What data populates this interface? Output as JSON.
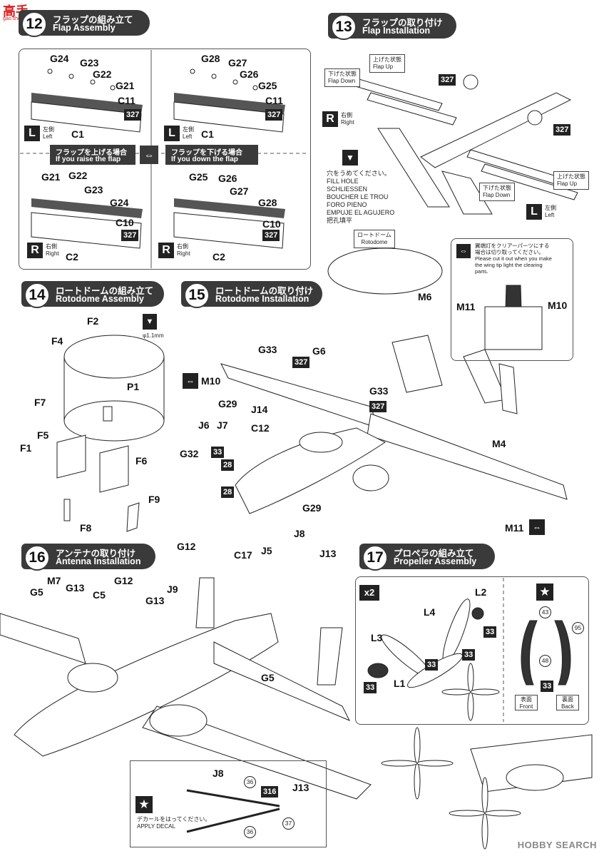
{
  "watermark": {
    "logo": "高手",
    "site": "gao.shou.com"
  },
  "footer": "HOBBY SEARCH",
  "steps": [
    {
      "num": "12",
      "jp": "フラップの組み立て",
      "en": "Flap Assembly"
    },
    {
      "num": "13",
      "jp": "フラップの取り付け",
      "en": "Flap Installation"
    },
    {
      "num": "14",
      "jp": "ロートドームの組み立て",
      "en": "Rotodome Assembly"
    },
    {
      "num": "15",
      "jp": "ロートドームの取り付け",
      "en": "Rotodome Installation"
    },
    {
      "num": "16",
      "jp": "アンテナの取り付け",
      "en": "Antenna Installation"
    },
    {
      "num": "17",
      "jp": "プロペラの組み立て",
      "en": "Propeller Assembly"
    }
  ],
  "colors": {
    "header_bg": "#3a3a3a",
    "ink": "#222222"
  },
  "step12": {
    "raise_jp": "フラップを上げる場合",
    "raise_en": "If you raise the flap",
    "down_jp": "フラップを下げる場合",
    "down_en": "If you down the flap",
    "left_jp": "左側",
    "left_en": "Left",
    "right_jp": "右側",
    "right_en": "Right",
    "tl_parts": [
      "G24",
      "G23",
      "G22",
      "G21",
      "C11"
    ],
    "tl_base": "C1",
    "tr_parts": [
      "G28",
      "G27",
      "G26",
      "G25",
      "C11"
    ],
    "tr_base": "C1",
    "bl_parts": [
      "G21",
      "G22",
      "G23",
      "G24",
      "C10"
    ],
    "bl_base": "C2",
    "br_parts": [
      "G25",
      "G26",
      "G27",
      "G28",
      "C10"
    ],
    "br_base": "C2",
    "color_code": "327"
  },
  "step13": {
    "up_jp": "上げた状態",
    "up_en": "Flap Up",
    "down_jp": "下げた状態",
    "down_en": "Flap Down",
    "right_jp": "右側",
    "right_en": "Right",
    "left_jp": "左側",
    "left_en": "Left",
    "color_code": "327",
    "fill_hole": [
      "穴をうめてください。",
      "FILL HOLE",
      "SCHLIESSEN",
      "BOUCHER LE TROU",
      "FORO PIENO",
      "EMPUJE EL AGUJERO",
      "把孔填平"
    ]
  },
  "step14": {
    "parts": [
      "F2",
      "F4",
      "F7",
      "F5",
      "F1",
      "F6",
      "F9",
      "F8",
      "P1"
    ],
    "drill": "φ1.1mm"
  },
  "step15": {
    "rotodome_jp": "ロートドーム",
    "rotodome_en": "Rotodome",
    "parts": [
      "M6",
      "G33",
      "G6",
      "M10",
      "G29",
      "J14",
      "J6",
      "J7",
      "C12",
      "G32",
      "M4",
      "G29",
      "G33",
      "M11"
    ],
    "codes": [
      "327",
      "327",
      "33",
      "28",
      "28"
    ],
    "wingtip_note": [
      "翼端灯をクリアーパーツにする",
      "場合は切り取ってください。",
      "Please cut it out when you make",
      "the wing tip light the clearing",
      "parts."
    ],
    "inset_parts": [
      "M11",
      "M10"
    ]
  },
  "step16": {
    "parts": [
      "G12",
      "C17",
      "J5",
      "J8",
      "J13",
      "G5",
      "M7",
      "G13",
      "C5",
      "G12",
      "J9",
      "G13",
      "G5"
    ],
    "inset_parts": [
      "J8",
      "J13"
    ],
    "inset_codes": [
      "36",
      "316",
      "37",
      "36"
    ],
    "decal_jp": "デカールをはってください。",
    "decal_en": "APPLY DECAL"
  },
  "step17": {
    "multiplier": "x2",
    "parts": [
      "L2",
      "L4",
      "L3",
      "L1"
    ],
    "codes": [
      "33",
      "33",
      "33",
      "33"
    ],
    "decal_codes": [
      "43",
      "95",
      "48",
      "33"
    ],
    "front_jp": "表面",
    "front_en": "Front",
    "back_jp": "裏面",
    "back_en": "Back"
  }
}
